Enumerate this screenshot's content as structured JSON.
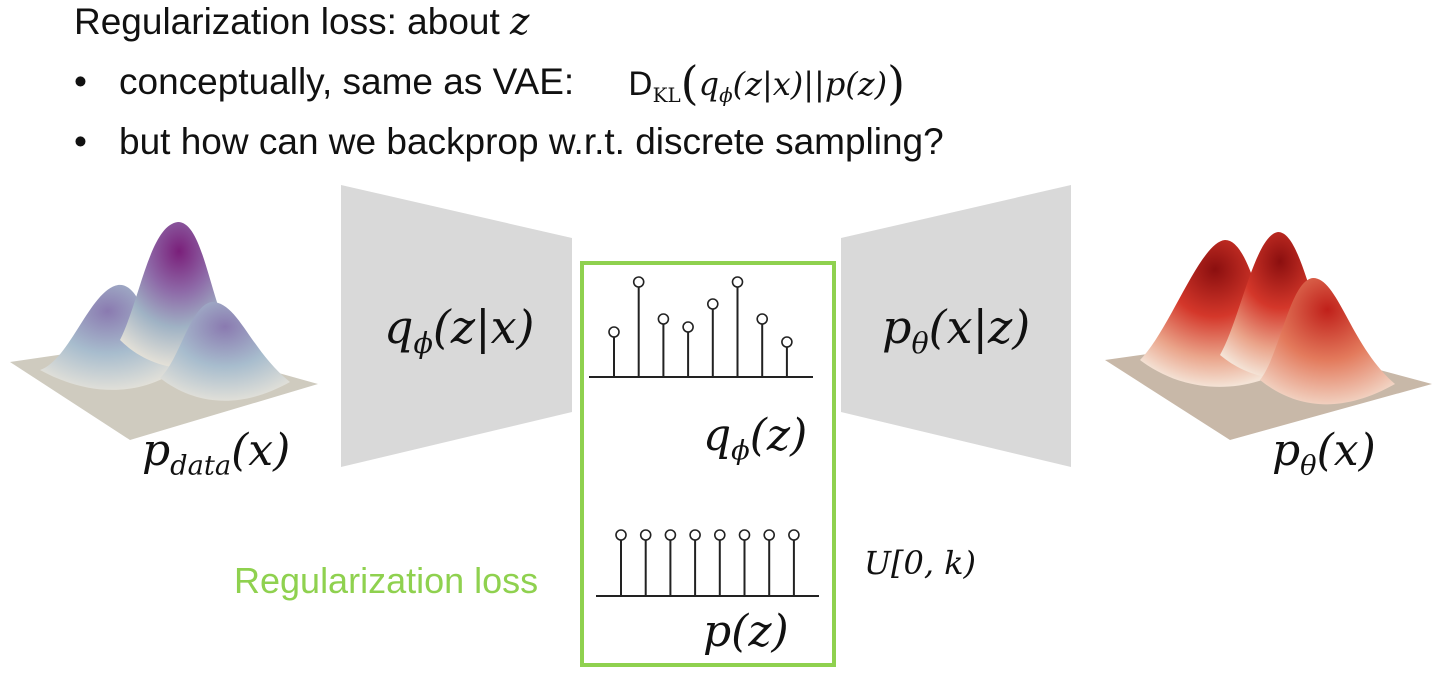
{
  "heading": {
    "text": "Regularization loss: about",
    "var": "z"
  },
  "bullets": [
    {
      "marker": "•",
      "text": "conceptually, same as VAE:"
    },
    {
      "marker": "•",
      "text": "but how can we backprop w.r.t. discrete sampling?"
    }
  ],
  "formula": {
    "kl_op": "D",
    "kl_sub": "KL",
    "kl_body": "q",
    "kl_body_sub": "ϕ",
    "kl_args": "(z|x)||p(z)"
  },
  "encoder": {
    "main": "q",
    "sub": "ϕ",
    "args": "(z|x)"
  },
  "decoder": {
    "main": "p",
    "sub": "θ",
    "args": "(x|z)"
  },
  "data_dist": {
    "main": "p",
    "sub": "data",
    "args": "(x)"
  },
  "model_dist": {
    "main": "p",
    "sub": "θ",
    "args": "(x)"
  },
  "posterior": {
    "main": "q",
    "sub": "ϕ",
    "args": "(z)"
  },
  "prior": {
    "main": "p",
    "sub": "",
    "args": "(z)"
  },
  "uniform": {
    "text": "U[0, k)"
  },
  "reg_label": "Regularization loss",
  "colors": {
    "box": "#8fd14f",
    "trapezoid": "#d9d9d9",
    "stem": "#222222",
    "data_surface_peak": "#7a1f7a",
    "model_surface_peak": "#8b0f0f"
  },
  "chart_data": [
    {
      "type": "bar",
      "values": [
        0.45,
        0.95,
        0.58,
        0.5,
        0.73,
        0.95,
        0.58,
        0.35
      ]
    },
    {
      "type": "bar",
      "values": [
        1,
        1,
        1,
        1,
        1,
        1,
        1,
        1
      ]
    }
  ]
}
